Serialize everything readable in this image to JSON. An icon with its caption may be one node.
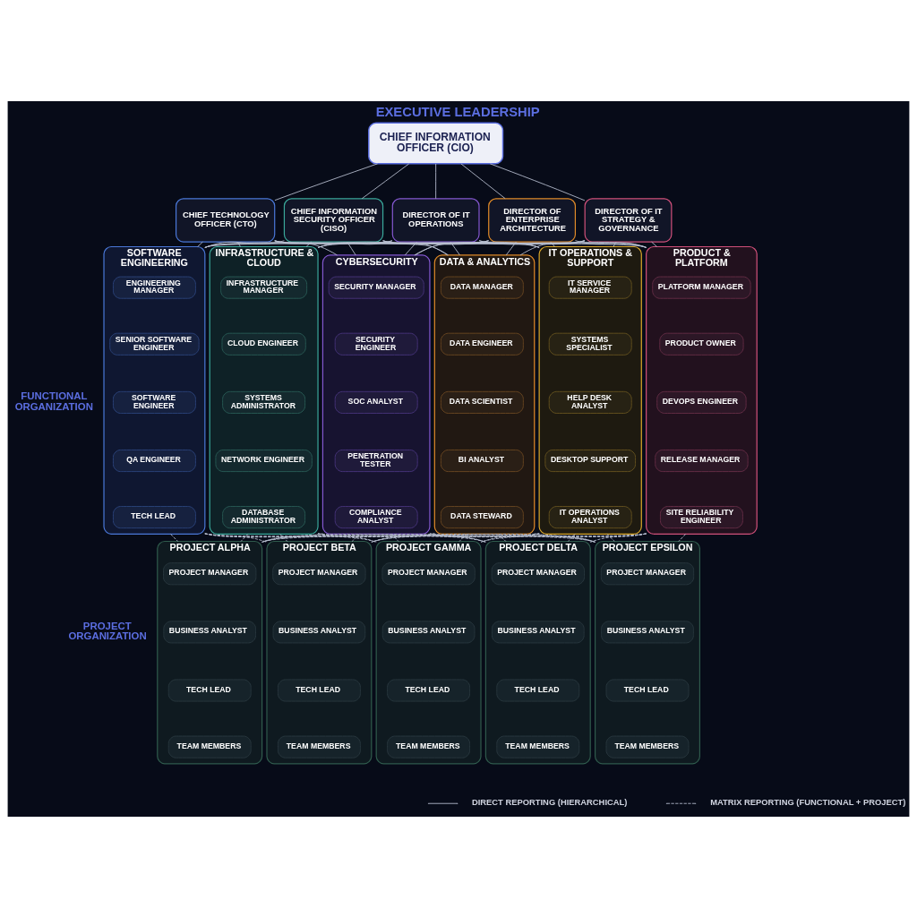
{
  "diagram": {
    "title": "EXECUTIVE LEADERSHIP",
    "nodes": [
      {
        "text": [
          "CHIEF INFORMATION OFFICER (CIO)"
        ]
      },
      {
        "text": [
          "CHIEF TECHNOLOGY OFFICER (CTO)"
        ]
      },
      {
        "text": [
          "CHIEF INFORMATION SECURITY OFFICER (CISO)"
        ]
      },
      {
        "text": [
          "DIRECTOR OF IT OPERATIONS"
        ]
      },
      {
        "text": [
          "DIRECTOR OF ENTERPRISE ARCHITECTURE"
        ]
      },
      {
        "text": [
          "DIRECTOR OF IT STRATEGY & GOVERNANCE"
        ]
      },
      {
        "text": [
          "SOFTWARE ENGINEERING"
        ]
      },
      {
        "text": [
          "ENGINEERING MANAGER"
        ],
        "in": 6
      },
      {
        "text": [
          "SENIOR SOFTWARE ENGINEER"
        ],
        "in": 6
      },
      {
        "text": [
          "SOFTWARE ENGINEER"
        ],
        "in": 6
      },
      {
        "text": [
          "QA ENGINEER"
        ],
        "in": 6
      },
      {
        "text": [
          "TECH LEAD"
        ],
        "in": 6
      },
      {
        "text": [
          "INFRASTRUCTURE & CLOUD"
        ]
      },
      {
        "text": [
          "INFRASTRUCTURE MANAGER"
        ],
        "in": 12
      },
      {
        "text": [
          "CLOUD ENGINEER"
        ],
        "in": 12
      },
      {
        "text": [
          "SYSTEMS ADMINISTRATOR"
        ],
        "in": 12
      },
      {
        "text": [
          "NETWORK ENGINEER"
        ],
        "in": 12
      },
      {
        "text": [
          "DATABASE ADMINISTRATOR"
        ],
        "in": 12
      },
      {
        "text": [
          "CYBERSECURITY"
        ]
      },
      {
        "text": [
          "SECURITY MANAGER"
        ],
        "in": 18
      },
      {
        "text": [
          "SECURITY ENGINEER"
        ],
        "in": 18
      },
      {
        "text": [
          "SOC ANALYST"
        ],
        "in": 18
      },
      {
        "text": [
          "PENETRATION TESTER"
        ],
        "in": 18
      },
      {
        "text": [
          "COMPLIANCE ANALYST"
        ],
        "in": 18
      },
      {
        "text": [
          "DATA & ANALYTICS"
        ]
      },
      {
        "text": [
          "DATA MANAGER"
        ],
        "in": 24
      },
      {
        "text": [
          "DATA ENGINEER"
        ],
        "in": 24
      },
      {
        "text": [
          "DATA SCIENTIST"
        ],
        "in": 24
      },
      {
        "text": [
          "BI ANALYST"
        ],
        "in": 24
      },
      {
        "text": [
          "DATA STEWARD"
        ],
        "in": 24
      },
      {
        "text": [
          "IT OPERATIONS & SUPPORT"
        ]
      },
      {
        "text": [
          "IT SERVICE MANAGER"
        ],
        "in": 30
      },
      {
        "text": [
          "SYSTEMS SPECIALIST"
        ],
        "in": 30
      },
      {
        "text": [
          "HELP DESK ANALYST"
        ],
        "in": 30
      },
      {
        "text": [
          "DESKTOP SUPPORT"
        ],
        "in": 30
      },
      {
        "text": [
          "IT OPERATIONS ANALYST"
        ],
        "in": 30
      },
      {
        "text": [
          "PRODUCT & PLATFORM"
        ]
      },
      {
        "text": [
          "PLATFORM MANAGER"
        ],
        "in": 36
      },
      {
        "text": [
          "PRODUCT OWNER"
        ],
        "in": 36
      },
      {
        "text": [
          "DEVOPS ENGINEER"
        ],
        "in": 36
      },
      {
        "text": [
          "RELEASE MANAGER"
        ],
        "in": 36
      },
      {
        "text": [
          "SITE RELIABILITY ENGINEER"
        ],
        "in": 36
      },
      {
        "text": [
          "PROJECT ALPHA"
        ]
      },
      {
        "text": [
          "PROJECT MANAGER"
        ],
        "in": 42
      },
      {
        "text": [
          "BUSINESS ANALYST"
        ],
        "in": 42
      },
      {
        "text": [
          "TECH LEAD"
        ],
        "in": 42
      },
      {
        "text": [
          "TEAM MEMBERS"
        ],
        "in": 42
      },
      {
        "text": [
          "PROJECT BETA"
        ]
      },
      {
        "text": [
          "PROJECT MANAGER"
        ],
        "in": 47
      },
      {
        "text": [
          "BUSINESS ANALYST"
        ],
        "in": 47
      },
      {
        "text": [
          "TECH LEAD"
        ],
        "in": 47
      },
      {
        "text": [
          "TEAM MEMBERS"
        ],
        "in": 47
      },
      {
        "text": [
          "PROJECT GAMMA"
        ]
      },
      {
        "text": [
          "PROJECT MANAGER"
        ],
        "in": 52
      },
      {
        "text": [
          "BUSINESS ANALYST"
        ],
        "in": 52
      },
      {
        "text": [
          "TECH LEAD"
        ],
        "in": 52
      },
      {
        "text": [
          "TEAM MEMBERS"
        ],
        "in": 52
      },
      {
        "text": [
          "PROJECT DELTA"
        ]
      },
      {
        "text": [
          "PROJECT MANAGER"
        ],
        "in": 57
      },
      {
        "text": [
          "BUSINESS ANALYST"
        ],
        "in": 57
      },
      {
        "text": [
          "TECH LEAD"
        ],
        "in": 57
      },
      {
        "text": [
          "TEAM MEMBERS"
        ],
        "in": 57
      },
      {
        "text": [
          "PROJECT EPSILON"
        ]
      },
      {
        "text": [
          "PROJECT MANAGER"
        ],
        "in": 62
      },
      {
        "text": [
          "BUSINESS ANALYST"
        ],
        "in": 62
      },
      {
        "text": [
          "TECH LEAD"
        ],
        "in": 62
      },
      {
        "text": [
          "TEAM MEMBERS"
        ],
        "in": 62
      }
    ],
    "edges": [
      {
        "from": 0,
        "to": 1,
        "arrow": "none"
      },
      {
        "from": 0,
        "to": 2,
        "arrow": "none"
      },
      {
        "from": 0,
        "to": 3,
        "arrow": "none"
      },
      {
        "from": 0,
        "to": 4,
        "arrow": "none"
      },
      {
        "from": 0,
        "to": 5,
        "arrow": "none"
      },
      {
        "from": 1,
        "to": 6,
        "arrow": "none"
      },
      {
        "from": 1,
        "to": 12,
        "arrow": "none"
      },
      {
        "from": 1,
        "to": 18,
        "arrow": "none"
      },
      {
        "from": 1,
        "to": 24,
        "arrow": "none"
      },
      {
        "from": 1,
        "to": 30,
        "arrow": "none"
      },
      {
        "from": 1,
        "to": 36,
        "arrow": "none"
      },
      {
        "from": 2,
        "to": 6,
        "arrow": "none"
      },
      {
        "from": 2,
        "to": 12,
        "arrow": "none"
      },
      {
        "from": 2,
        "to": 18,
        "arrow": "none"
      },
      {
        "from": 2,
        "to": 24,
        "arrow": "none"
      },
      {
        "from": 2,
        "to": 30,
        "arrow": "none"
      },
      {
        "from": 2,
        "to": 36,
        "arrow": "none"
      },
      {
        "from": 3,
        "to": 6,
        "arrow": "none"
      },
      {
        "from": 3,
        "to": 12,
        "arrow": "none"
      },
      {
        "from": 3,
        "to": 18,
        "arrow": "none"
      },
      {
        "from": 3,
        "to": 24,
        "arrow": "none"
      },
      {
        "from": 3,
        "to": 30,
        "arrow": "none"
      },
      {
        "from": 3,
        "to": 36,
        "arrow": "none"
      },
      {
        "from": 4,
        "to": 6,
        "arrow": "none"
      },
      {
        "from": 4,
        "to": 12,
        "arrow": "none"
      },
      {
        "from": 4,
        "to": 18,
        "arrow": "none"
      },
      {
        "from": 4,
        "to": 24,
        "arrow": "none"
      },
      {
        "from": 4,
        "to": 30,
        "arrow": "none"
      },
      {
        "from": 4,
        "to": 36,
        "arrow": "none"
      },
      {
        "from": 5,
        "to": 6,
        "arrow": "none"
      },
      {
        "from": 5,
        "to": 12,
        "arrow": "none"
      },
      {
        "from": 5,
        "to": 18,
        "arrow": "none"
      },
      {
        "from": 5,
        "to": 24,
        "arrow": "none"
      },
      {
        "from": 5,
        "to": 30,
        "arrow": "none"
      },
      {
        "from": 5,
        "to": 36,
        "arrow": "none"
      },
      {
        "from": 6,
        "to": 42,
        "arrow": "none",
        "style": "dashed"
      },
      {
        "from": 6,
        "to": 47,
        "arrow": "none",
        "style": "dashed"
      },
      {
        "from": 6,
        "to": 52,
        "arrow": "none",
        "style": "dashed"
      },
      {
        "from": 6,
        "to": 57,
        "arrow": "none",
        "style": "dashed"
      },
      {
        "from": 6,
        "to": 62,
        "arrow": "none",
        "style": "dashed"
      },
      {
        "from": 12,
        "to": 42,
        "arrow": "none",
        "style": "dashed"
      },
      {
        "from": 12,
        "to": 47,
        "arrow": "none",
        "style": "dashed"
      },
      {
        "from": 12,
        "to": 52,
        "arrow": "none",
        "style": "dashed"
      },
      {
        "from": 12,
        "to": 57,
        "arrow": "none",
        "style": "dashed"
      },
      {
        "from": 12,
        "to": 62,
        "arrow": "none",
        "style": "dashed"
      },
      {
        "from": 18,
        "to": 42,
        "arrow": "none",
        "style": "dashed"
      },
      {
        "from": 18,
        "to": 47,
        "arrow": "none",
        "style": "dashed"
      },
      {
        "from": 18,
        "to": 52,
        "arrow": "none",
        "style": "dashed"
      },
      {
        "from": 18,
        "to": 57,
        "arrow": "none",
        "style": "dashed"
      },
      {
        "from": 18,
        "to": 62,
        "arrow": "none",
        "style": "dashed"
      },
      {
        "from": 24,
        "to": 42,
        "arrow": "none",
        "style": "dashed"
      },
      {
        "from": 24,
        "to": 47,
        "arrow": "none",
        "style": "dashed"
      },
      {
        "from": 24,
        "to": 52,
        "arrow": "none",
        "style": "dashed"
      },
      {
        "from": 24,
        "to": 57,
        "arrow": "none",
        "style": "dashed"
      },
      {
        "from": 24,
        "to": 62,
        "arrow": "none",
        "style": "dashed"
      },
      {
        "from": 30,
        "to": 42,
        "arrow": "none",
        "style": "dashed"
      },
      {
        "from": 30,
        "to": 47,
        "arrow": "none",
        "style": "dashed"
      },
      {
        "from": 30,
        "to": 52,
        "arrow": "none",
        "style": "dashed"
      },
      {
        "from": 30,
        "to": 57,
        "arrow": "none",
        "style": "dashed"
      },
      {
        "from": 30,
        "to": 62,
        "arrow": "none",
        "style": "dashed"
      },
      {
        "from": 36,
        "to": 42,
        "arrow": "none",
        "style": "dashed"
      },
      {
        "from": 36,
        "to": 47,
        "arrow": "none",
        "style": "dashed"
      },
      {
        "from": 36,
        "to": 52,
        "arrow": "none",
        "style": "dashed"
      },
      {
        "from": 36,
        "to": 57,
        "arrow": "none",
        "style": "dashed"
      },
      {
        "from": 36,
        "to": 62,
        "arrow": "none",
        "style": "dashed"
      }
    ],
    "labels": [
      "FUNCTIONAL ORGANIZATION",
      "PROJECT ORGANIZATION"
    ],
    "legend": [
      {
        "text": "DIRECT REPORTING (HIERARCHICAL)"
      },
      {
        "text": "MATRIX REPORTING (FUNCTIONAL + PROJECT)"
      }
    ]
  }
}
